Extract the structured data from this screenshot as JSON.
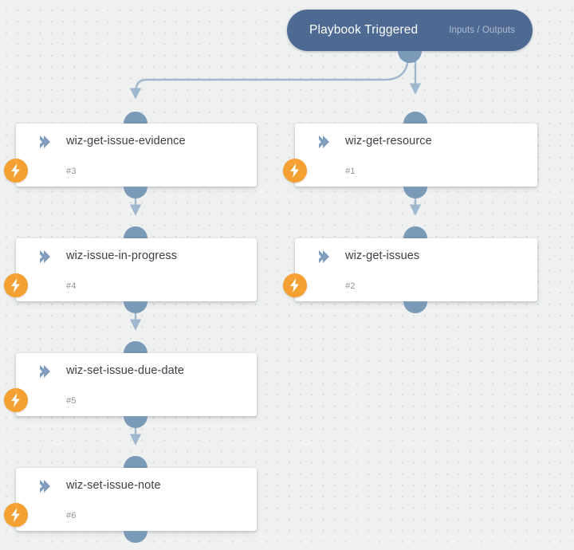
{
  "canvas": {
    "background_color": "#eff1f1",
    "grid_dot_color": "#c9cfcf"
  },
  "trigger": {
    "title": "Playbook Triggered",
    "io_label": "Inputs / Outputs",
    "color": "#4e6a93",
    "title_color": "#ffffff",
    "io_color": "#aebdd2"
  },
  "style": {
    "card_color": "#ffffff",
    "port_color": "#7b9ab8",
    "badge_color": "#f5a033",
    "wire_color": "#9fb8d0",
    "title_color": "#3b4147",
    "num_color": "#8d949a"
  },
  "nodes": [
    {
      "title": "wiz-get-issue-evidence",
      "number": "#3",
      "column": "left",
      "row": 1
    },
    {
      "title": "wiz-issue-in-progress",
      "number": "#4",
      "column": "left",
      "row": 2
    },
    {
      "title": "wiz-set-issue-due-date",
      "number": "#5",
      "column": "left",
      "row": 3
    },
    {
      "title": "wiz-set-issue-note",
      "number": "#6",
      "column": "left",
      "row": 4
    },
    {
      "title": "wiz-get-resource",
      "number": "#1",
      "column": "right",
      "row": 1
    },
    {
      "title": "wiz-get-issues",
      "number": "#2",
      "column": "right",
      "row": 2
    }
  ],
  "icons": {
    "chevron": "chevron-right-icon",
    "badge": "lightning-bolt-icon"
  }
}
